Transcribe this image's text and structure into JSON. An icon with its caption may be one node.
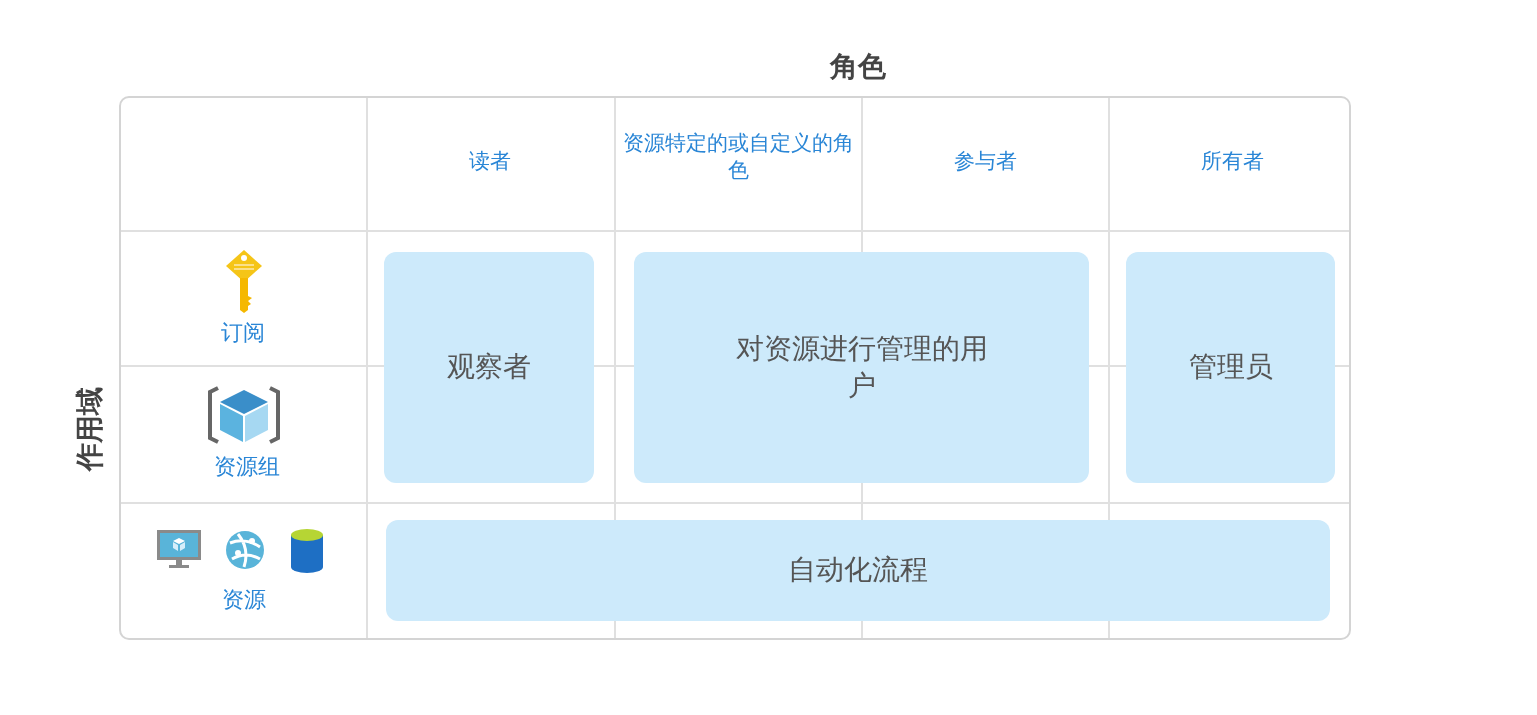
{
  "diagram": {
    "nodes": [
      {
        "text": [
          "观察者"
        ]
      },
      {
        "text": [
          "对资源进行管理的用户"
        ]
      },
      {
        "text": [
          "管理员"
        ]
      },
      {
        "text": [
          "自动化流程"
        ]
      }
    ],
    "labels": [
      "角色",
      "作用域",
      "读者",
      "资源特定的或自定义的角色",
      "参与者",
      "所有者",
      "订阅",
      "资源组",
      "资源"
    ]
  }
}
